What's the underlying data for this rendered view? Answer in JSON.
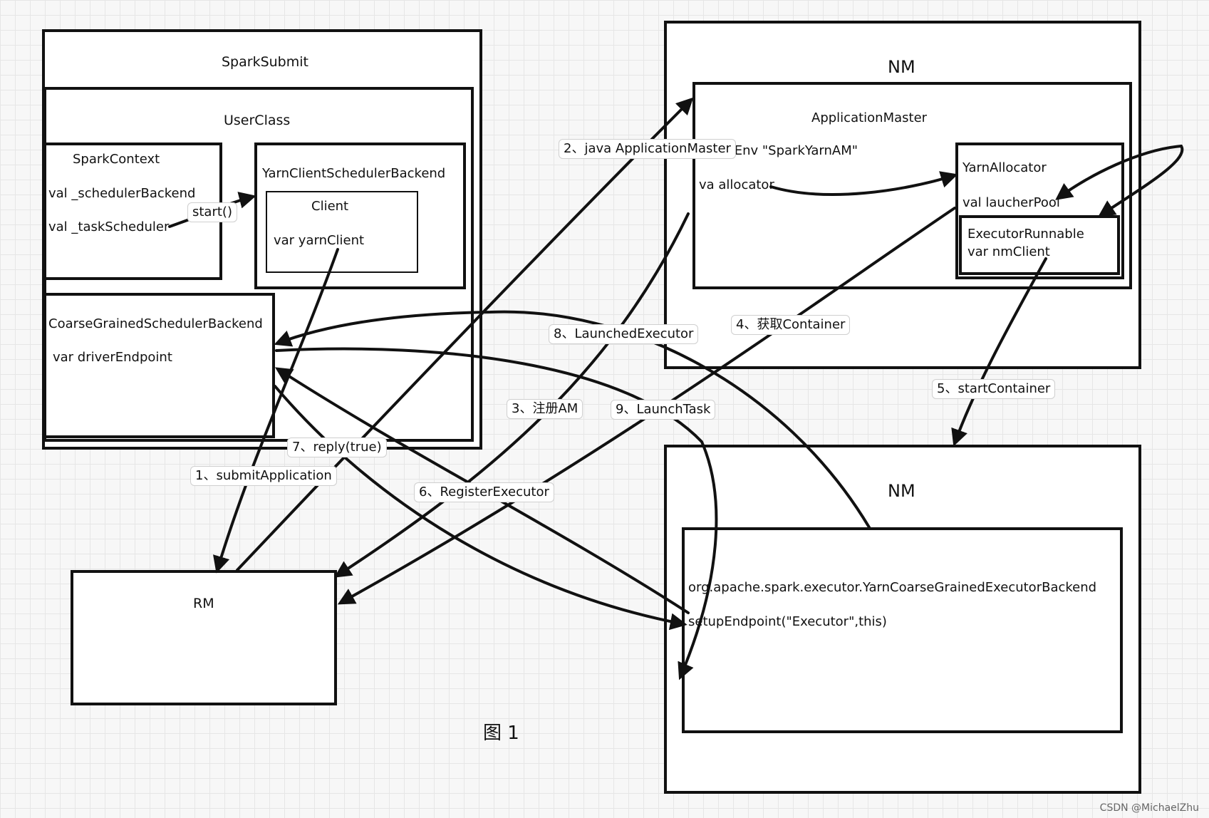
{
  "boxes": {
    "spark_submit": "SparkSubmit",
    "user_class": "UserClass",
    "spark_context": {
      "title": "SparkContext",
      "field1": "val _schedulerBackend",
      "field2": "val _taskScheduler"
    },
    "yarn_client_scheduler_backend": "YarnClientSchedulerBackend",
    "client": {
      "title": "Client",
      "field": "var yarnClient"
    },
    "coarse_grained_scheduler_backend": {
      "title": "CoarseGrainedSchedulerBackend",
      "field": "var driverEndpoint"
    },
    "rm": "RM",
    "nm_top": "NM",
    "application_master": {
      "title": "ApplicationMaster",
      "field1": "rpcEnv \"SparkYarnAM\"",
      "field2": "va allocator"
    },
    "yarn_allocator": {
      "title": "YarnAllocator",
      "field": "val laucherPool"
    },
    "executor_runnable": {
      "title": "ExecutorRunnable",
      "field": "var nmClient"
    },
    "nm_bottom": "NM",
    "executor_backend": {
      "title": "org.apache.spark.executor.YarnCoarseGrainedExecutorBackend",
      "field": "setupEndpoint(\"Executor\",this)"
    }
  },
  "arrow_labels": {
    "start": "start()",
    "step1": "1、submitApplication",
    "step2": "2、java ApplicationMaster",
    "step3": "3、注册AM",
    "step4": "4、获取Container",
    "step5": "5、startContainer",
    "step6": "6、RegisterExecutor",
    "step7": "7、reply(true)",
    "step8": "8、LaunchedExecutor",
    "step9": "9、LaunchTask"
  },
  "caption": "图 1",
  "watermark": "CSDN @MichaelZhu"
}
